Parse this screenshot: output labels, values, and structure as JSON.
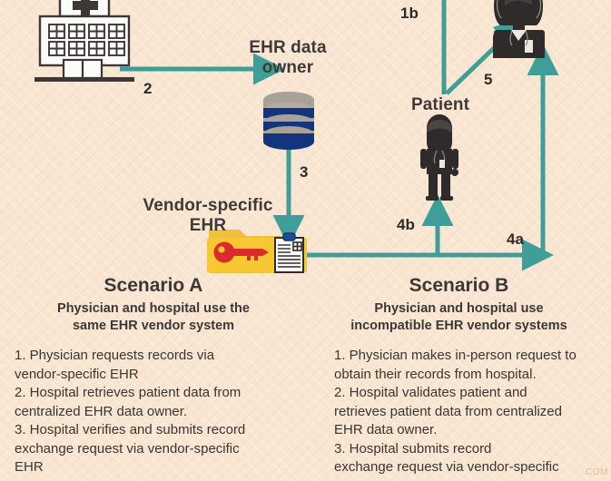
{
  "theme": {
    "background": "#f8e6d2",
    "arrow": "#3f9e98",
    "text_dark": "#3d3835",
    "db_blue": "#12357f",
    "db_gray": "#a9a298",
    "folder_yellow": "#f2b823",
    "key_red": "#d8232a",
    "figure_dark": "#2f2b2a",
    "hospital_white": "#fbfbfa",
    "hospital_outline": "#3d3835"
  },
  "nodes": {
    "hospital": {
      "name": "hospital-icon",
      "label": ""
    },
    "ehr_data_owner": {
      "label": "EHR data\nowner",
      "icon": "database-icon"
    },
    "vendor_ehr": {
      "label": "Vendor-specific\nEHR",
      "icon": "key-folder-clipboard-icon"
    },
    "patient": {
      "label": "Patient",
      "icon": "patient-figure-icon"
    },
    "physician": {
      "label": "",
      "icon": "physician-figure-icon"
    }
  },
  "arrows": {
    "a1b": "1b",
    "a2": "2",
    "a3": "3",
    "a4a": "4a",
    "a4b": "4b",
    "a5": "5"
  },
  "scenarios": [
    {
      "title": "Scenario A",
      "subtitle": "Physician and hospital use the\nsame EHR vendor system",
      "steps": "1. Physician requests records via\nvendor-specific EHR\n2. Hospital retrieves patient data from\ncentralized EHR data owner.\n3. Hospital verifies and submits record\nexchange request via vendor-specific\nEHR"
    },
    {
      "title": "Scenario B",
      "subtitle": "Physician and hospital use\nincompatible EHR vendor systems",
      "steps": "1. Physician makes in-person request to\nobtain their records from hospital.\n2. Hospital validates patient and\nretrieves patient data from centralized\nEHR data owner.\n3. Hospital submits record\nexchange request via vendor-specific"
    }
  ],
  "watermark": ".COM"
}
